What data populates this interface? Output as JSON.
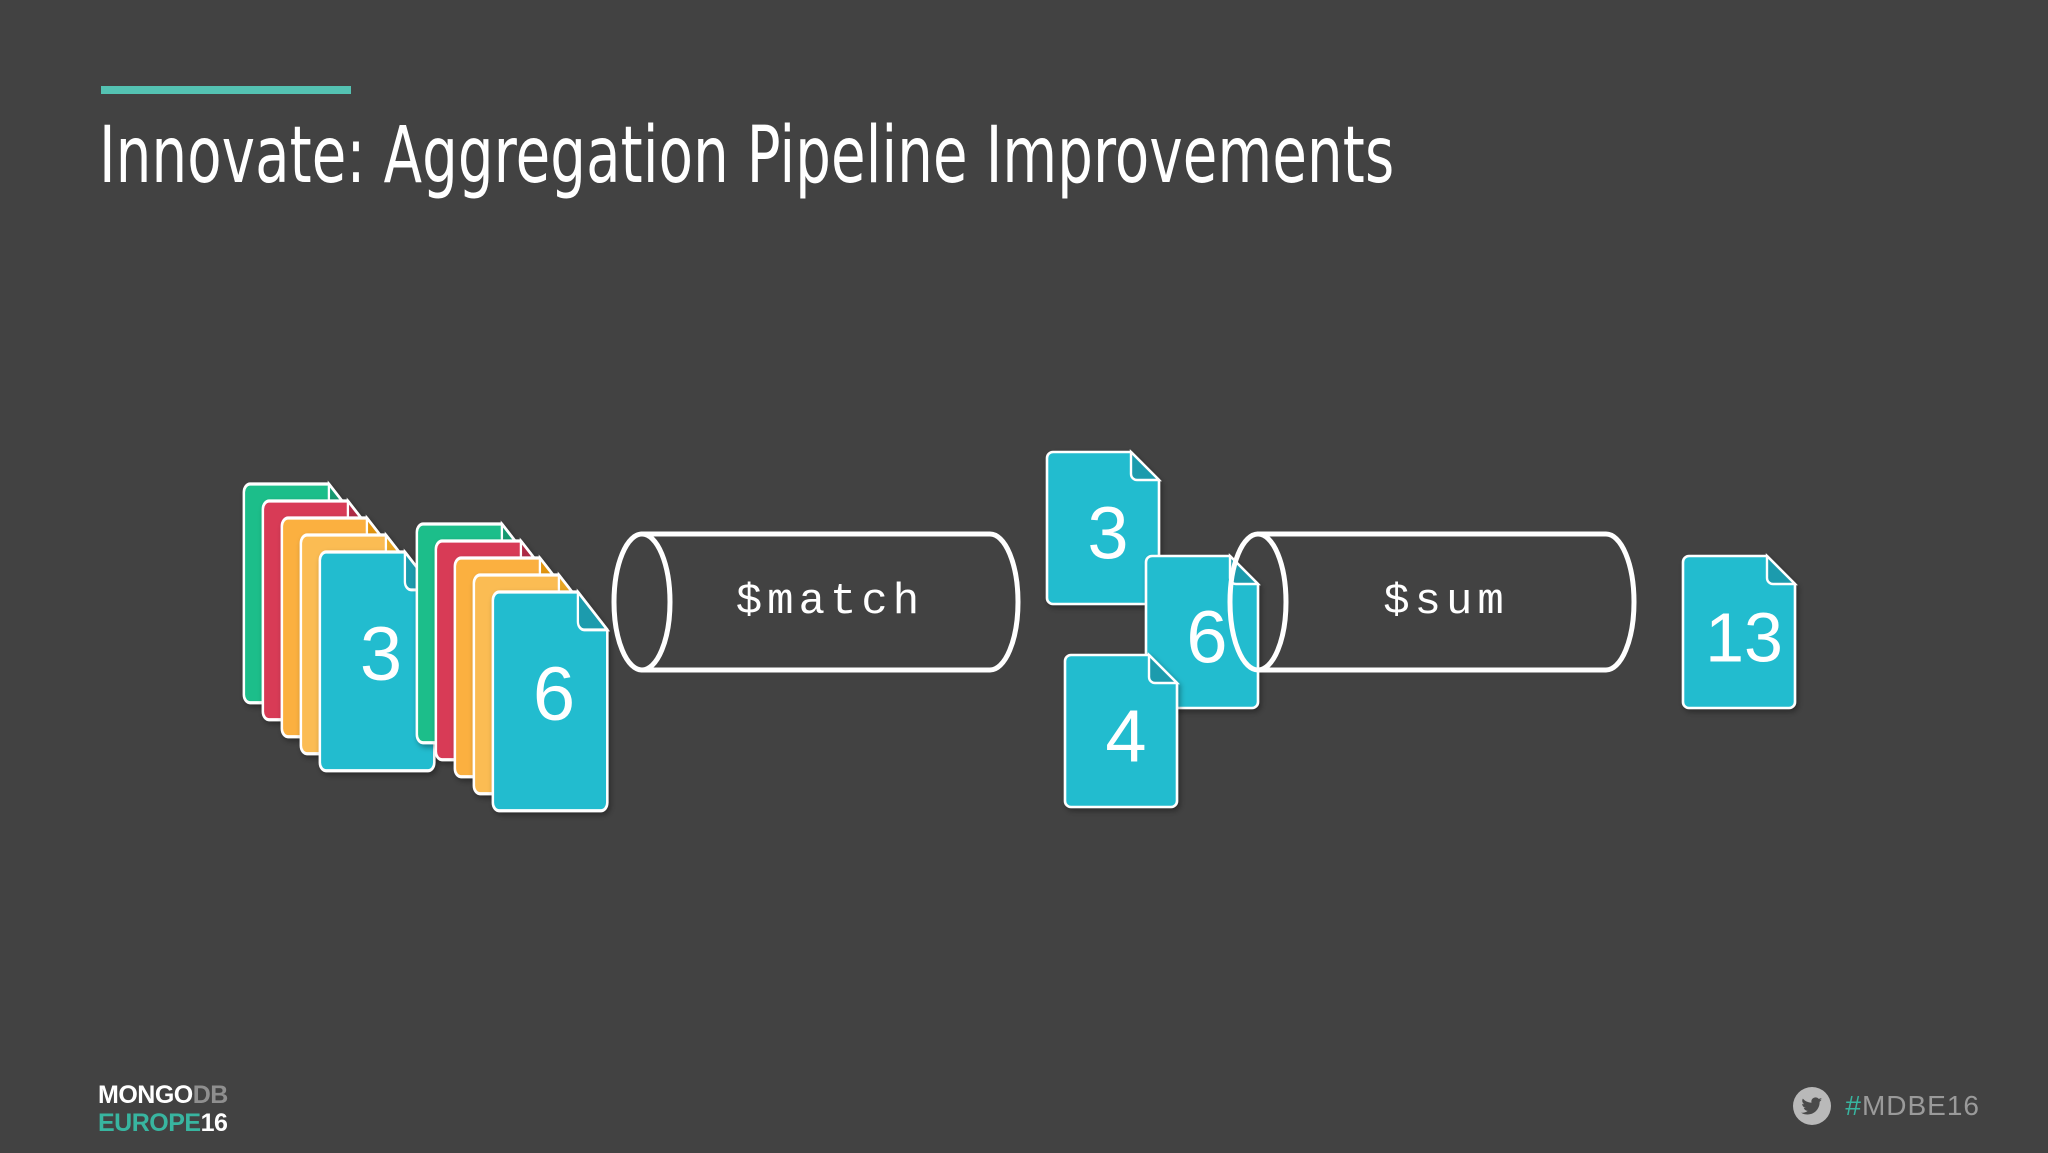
{
  "slide": {
    "background_color": "#424242",
    "accent_color": "#54C2B2",
    "title": "Innovate: Aggregation Pipeline Improvements"
  },
  "diagram": {
    "type": "pipeline-flow",
    "description": "MongoDB aggregation pipeline: two document stacks flow into $match, producing three matched documents, which flow into $sum producing a single result document.",
    "input_stacks": [
      {
        "name": "input-stack-1",
        "label": "3",
        "cards": [
          "#1ABE8A",
          "#D83A56",
          "#FBB040",
          "#FBC25C",
          "#22BCCF"
        ]
      },
      {
        "name": "input-stack-2",
        "label": "6",
        "cards": [
          "#1ABE8A",
          "#D83A56",
          "#FBB040",
          "#FBC25C",
          "#22BCCF"
        ]
      }
    ],
    "stage_match": {
      "label": "$match"
    },
    "intermediate_docs": [
      {
        "label": "3",
        "color": "#22BCCF"
      },
      {
        "label": "6",
        "color": "#22BCCF"
      },
      {
        "label": "4",
        "color": "#22BCCF"
      }
    ],
    "stage_sum": {
      "label": "$sum"
    },
    "output_doc": {
      "label": "13",
      "color": "#22BCCF"
    }
  },
  "footer": {
    "logo": {
      "mongo": "MONGO",
      "db": "DB",
      "europe": "EUROPE",
      "sixteen": "16"
    },
    "social": {
      "icon": "twitter-icon",
      "hash": "#",
      "handle": "MDBE16"
    }
  }
}
